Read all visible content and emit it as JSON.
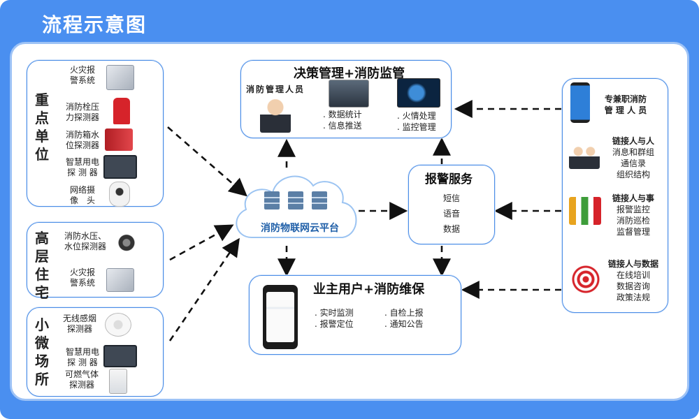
{
  "title": "流程示意图",
  "groups": {
    "key_units": {
      "label": "重点单位",
      "items": [
        "火灾报\n警系统",
        "消防栓压\n力探测器",
        "消防箱水\n位探测器",
        "智慧用电\n探 测 器",
        "网络摄\n像　头"
      ]
    },
    "high_rise": {
      "label": "高层住宅",
      "items": [
        "消防水压、\n水位探测器",
        "火灾报\n警系统"
      ]
    },
    "small_venues": {
      "label": "小微场所",
      "items": [
        "无线感烟\n探测器",
        "智慧用电\n探 测 器",
        "可燃气体\n探测器"
      ]
    }
  },
  "cloud": {
    "label": "消防物联网云平台"
  },
  "decision": {
    "title": "决策管理+消防监管",
    "manager_label": "消防管理人员",
    "list_a": [
      ". 数据统计",
      ". 信息推送"
    ],
    "list_b": [
      ". 火情处理",
      ". 监控管理"
    ]
  },
  "alarm": {
    "title": "报警服务",
    "items": [
      "短信",
      "语音",
      "数据"
    ]
  },
  "owner": {
    "title": "业主用户+消防维保",
    "list_a": [
      ". 实时监测",
      ". 报警定位"
    ],
    "list_b": [
      ". 自检上报",
      ". 通知公告"
    ]
  },
  "right": {
    "staff": "专兼职消防\n管 理 人 员",
    "links": [
      {
        "title": "链接人与人",
        "lines": "消息和群组\n通信录\n组织结构"
      },
      {
        "title": "链接人与事",
        "lines": "报警监控\n消防巡检\n监督管理"
      },
      {
        "title": "链接人与数据",
        "lines": "在线培训\n数据咨询\n政策法规"
      }
    ]
  },
  "colors": {
    "frame": "#4a8ff0",
    "border": "#4b8de6",
    "arrow": "#111111"
  }
}
